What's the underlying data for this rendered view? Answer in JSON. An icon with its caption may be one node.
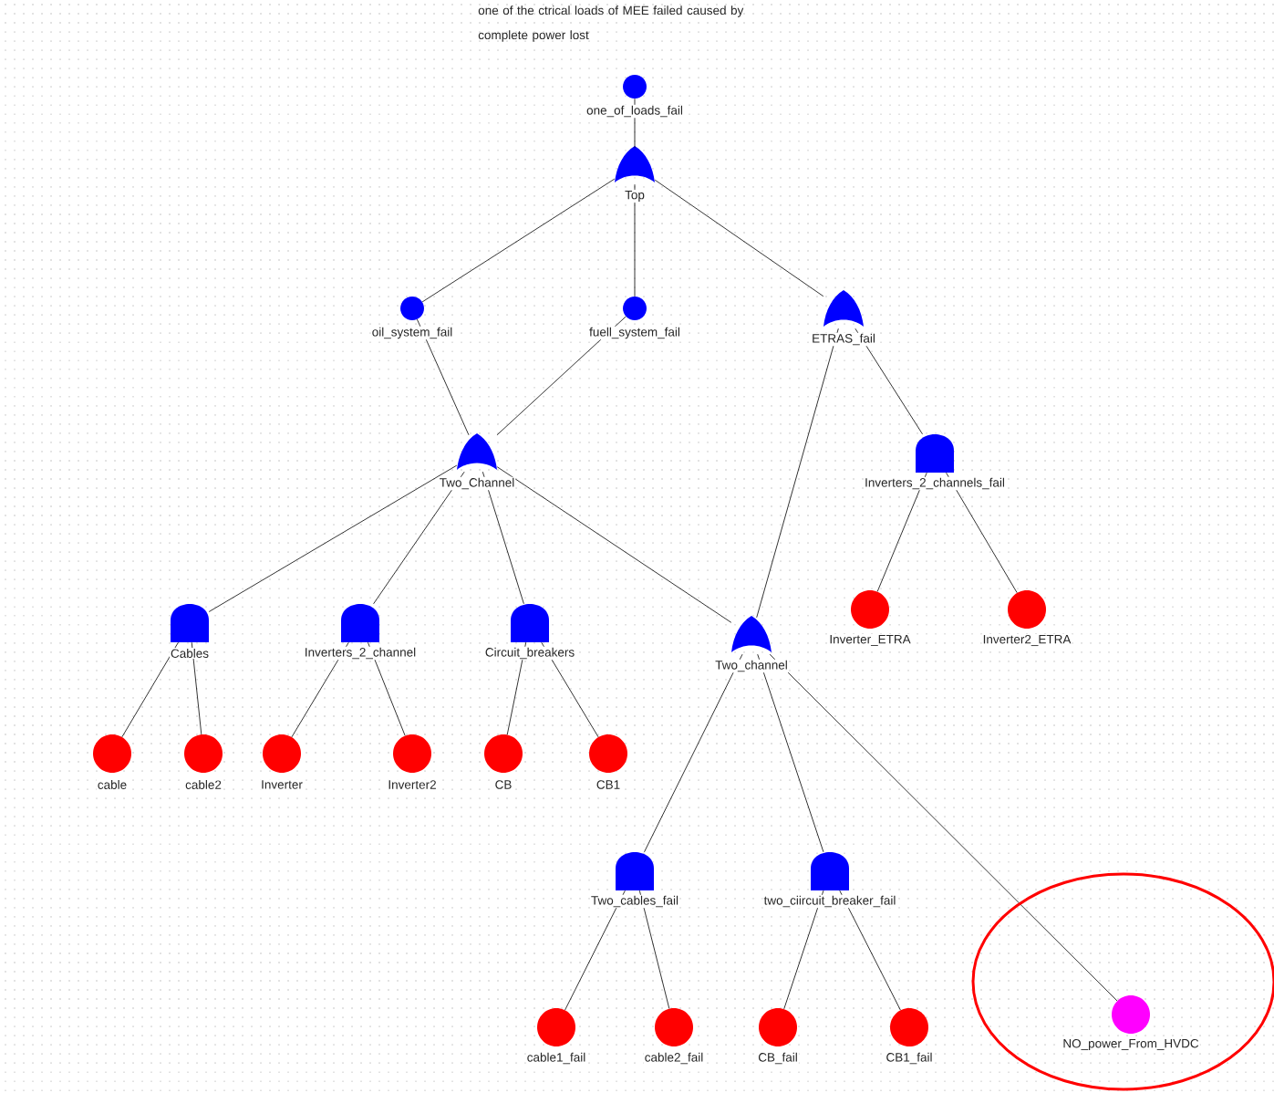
{
  "diagram": {
    "title": "one of the ctrical loads of MEE failed caused by complete power lost",
    "nodes": [
      {
        "text": [],
        "shape": "dot",
        "beside": [
          "one_of_loads_fail"
        ]
      },
      {
        "text": [],
        "shape": "or-gate",
        "beside": [
          "Top"
        ]
      },
      {
        "text": [],
        "shape": "dot",
        "beside": [
          "oil_system_fail"
        ]
      },
      {
        "text": [],
        "shape": "dot",
        "beside": [
          "fuell_system_fail"
        ]
      },
      {
        "text": [],
        "shape": "or-gate",
        "beside": [
          "ETRAS_fail"
        ]
      },
      {
        "text": [],
        "shape": "or-gate",
        "beside": [
          "Two_Channel"
        ]
      },
      {
        "text": [],
        "shape": "and-gate",
        "beside": [
          "Inverters_2_channels_fail"
        ]
      },
      {
        "text": [],
        "shape": "and-gate",
        "beside": [
          "Cables"
        ]
      },
      {
        "text": [],
        "shape": "and-gate",
        "beside": [
          "Inverters_2_channel"
        ]
      },
      {
        "text": [],
        "shape": "and-gate",
        "beside": [
          "Circuit_breakers"
        ]
      },
      {
        "text": [],
        "shape": "or-gate",
        "beside": [
          "Two_channel"
        ]
      },
      {
        "text": [],
        "shape": "circle",
        "beside": [
          "Inverter_ETRA"
        ]
      },
      {
        "text": [],
        "shape": "circle",
        "beside": [
          "Inverter2_ETRA"
        ]
      },
      {
        "text": [],
        "shape": "circle",
        "beside": [
          "cable"
        ]
      },
      {
        "text": [],
        "shape": "circle",
        "beside": [
          "cable2"
        ]
      },
      {
        "text": [],
        "shape": "circle",
        "beside": [
          "Inverter"
        ]
      },
      {
        "text": [],
        "shape": "circle",
        "beside": [
          "Inverter2"
        ]
      },
      {
        "text": [],
        "shape": "circle",
        "beside": [
          "CB"
        ]
      },
      {
        "text": [],
        "shape": "circle",
        "beside": [
          "CB1"
        ]
      },
      {
        "text": [],
        "shape": "and-gate",
        "beside": [
          "Two_cables_fail"
        ]
      },
      {
        "text": [],
        "shape": "and-gate",
        "beside": [
          "two_ciircuit_breaker_fail"
        ]
      },
      {
        "text": [],
        "shape": "circle",
        "beside": [
          "cable1_fail"
        ]
      },
      {
        "text": [],
        "shape": "circle",
        "beside": [
          "cable2_fail"
        ]
      },
      {
        "text": [],
        "shape": "circle",
        "beside": [
          "CB_fail"
        ]
      },
      {
        "text": [],
        "shape": "circle",
        "beside": [
          "CB1_fail"
        ]
      },
      {
        "text": [],
        "shape": "circle",
        "beside": [
          "NO_power_From_HVDC"
        ]
      }
    ],
    "edges": [
      {
        "from": 0,
        "to": 1,
        "arrow": "none"
      },
      {
        "from": 1,
        "to": 2,
        "arrow": "none"
      },
      {
        "from": 1,
        "to": 3,
        "arrow": "none"
      },
      {
        "from": 1,
        "to": 4,
        "arrow": "none"
      },
      {
        "from": 2,
        "to": 5,
        "arrow": "none"
      },
      {
        "from": 3,
        "to": 5,
        "arrow": "none"
      },
      {
        "from": 4,
        "to": 10,
        "arrow": "none"
      },
      {
        "from": 4,
        "to": 6,
        "arrow": "none"
      },
      {
        "from": 5,
        "to": 7,
        "arrow": "none"
      },
      {
        "from": 5,
        "to": 8,
        "arrow": "none"
      },
      {
        "from": 5,
        "to": 9,
        "arrow": "none"
      },
      {
        "from": 5,
        "to": 10,
        "arrow": "none"
      },
      {
        "from": 6,
        "to": 11,
        "arrow": "none"
      },
      {
        "from": 6,
        "to": 12,
        "arrow": "none"
      },
      {
        "from": 7,
        "to": 13,
        "arrow": "none"
      },
      {
        "from": 7,
        "to": 14,
        "arrow": "none"
      },
      {
        "from": 8,
        "to": 15,
        "arrow": "none"
      },
      {
        "from": 8,
        "to": 16,
        "arrow": "none"
      },
      {
        "from": 9,
        "to": 17,
        "arrow": "none"
      },
      {
        "from": 9,
        "to": 18,
        "arrow": "none"
      },
      {
        "from": 10,
        "to": 19,
        "arrow": "none"
      },
      {
        "from": 10,
        "to": 20,
        "arrow": "none"
      },
      {
        "from": 10,
        "to": 25,
        "arrow": "none"
      },
      {
        "from": 19,
        "to": 21,
        "arrow": "none"
      },
      {
        "from": 19,
        "to": 22,
        "arrow": "none"
      },
      {
        "from": 20,
        "to": 23,
        "arrow": "none"
      },
      {
        "from": 20,
        "to": 24,
        "arrow": "none"
      }
    ]
  }
}
